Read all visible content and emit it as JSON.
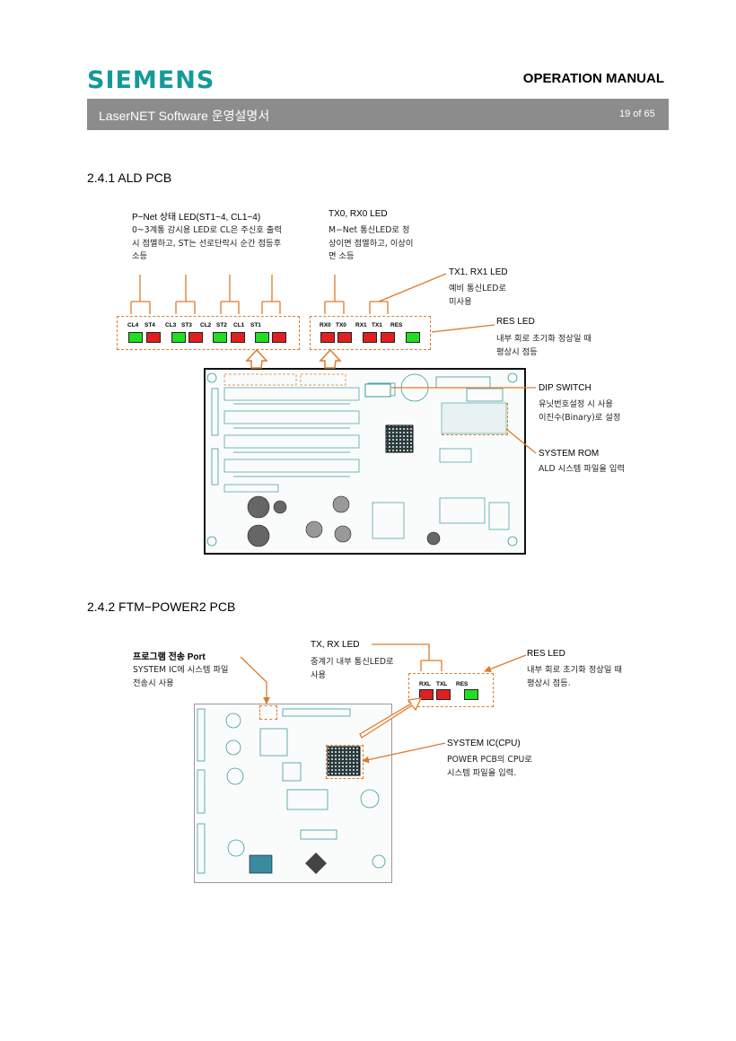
{
  "header": {
    "logo": "SIEMENS",
    "manual_title": "OPERATION MANUAL",
    "doc_title": "LaserNET Software  운영설명서",
    "page": "19 of 65"
  },
  "colors": {
    "brand": "#14999b",
    "band": "#8c8c8c",
    "annotation": "#e07a2a",
    "led_red": "#e02020",
    "led_green": "#22dd22"
  },
  "sections": {
    "ald": {
      "heading": "2.4.1 ALD PCB",
      "pnet_title": "P−Net  상태  LED(ST1~4, CL1~4)",
      "pnet_desc": "0~3계통  감시용  LED로  CL은  주신호  출력\n시  점멸하고, ST는  선로단락시   순간  점등후\n소등",
      "tx0_title": "TX0, RX0 LED",
      "tx0_desc": "M−Net  통신LED로  정\n상이면  점멸하고,  이상이\n면  소등",
      "tx1_title": "TX1, RX1 LED",
      "tx1_desc": "예비  통신LED로\n미사용",
      "res_title": "RES LED",
      "res_desc": "내부  회로  초기화  정상일  때\n평상시  점등",
      "dip_title": "DIP SWITCH",
      "dip_desc": "유닛번호설정  시  사용\n이진수(Binary)로  설정",
      "rom_title": "SYSTEM ROM",
      "rom_desc": "ALD  시스템  파일을  입력",
      "led_labels_left": [
        "CL4",
        "ST4",
        "CL3",
        "ST3",
        "CL2",
        "ST2",
        "CL1",
        "ST1"
      ],
      "led_labels_right": [
        "RX0",
        "TX0",
        "RX1",
        "TX1",
        "RES"
      ]
    },
    "ftm": {
      "heading": "2.4.2 FTM−POWER2 PCB",
      "port_title": "프로그램  전송  Port",
      "port_desc": "SYSTEM IC에  시스템  파일\n전송시  사용",
      "txrx_title": "TX, RX LED",
      "txrx_desc": "중계기  내부  통신LED로\n사용",
      "res_title": "RES LED",
      "res_desc": "내부  회로  초기화  정상일  때\n평상시  점등.",
      "cpu_title": "SYSTEM IC(CPU)",
      "cpu_desc": "POWER PCB의  CPU로\n시스템  파일을  입력.",
      "led_labels": [
        "RXL",
        "TXL",
        "RES"
      ]
    }
  }
}
